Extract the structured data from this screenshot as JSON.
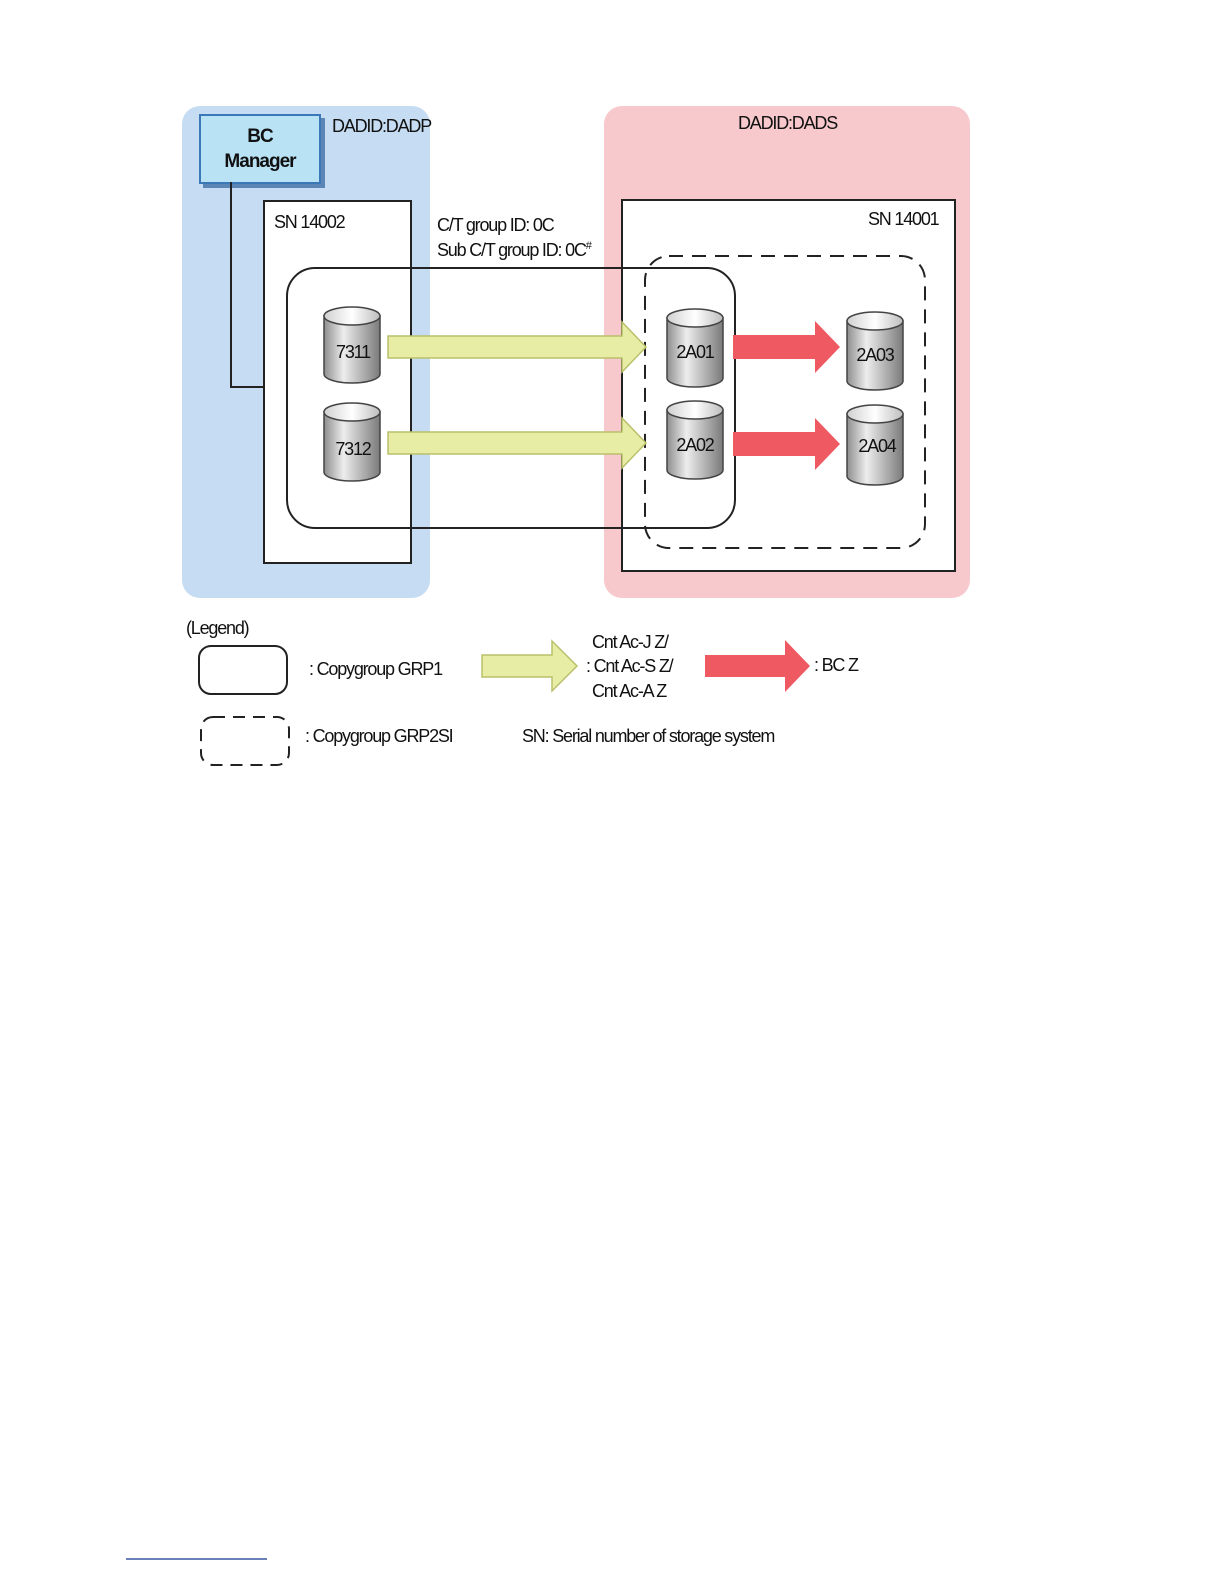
{
  "zones": {
    "primary": {
      "label": "DADID:DADP"
    },
    "secondary": {
      "label": "DADID:DADS"
    }
  },
  "bc_manager": {
    "line1": "BC",
    "line2": "Manager"
  },
  "storage": {
    "primary": {
      "label": "SN 14002"
    },
    "secondary": {
      "label": "SN 14001"
    }
  },
  "group_ids": {
    "ct_group": "C/T group ID: 0C",
    "sub_ct_group": "Sub C/T group ID: 0C",
    "sub_ct_mark": "#"
  },
  "volumes": {
    "v7311": "7311",
    "v7312": "7312",
    "v2A01": "2A01",
    "v2A02": "2A02",
    "v2A03": "2A03",
    "v2A04": "2A04"
  },
  "legend": {
    "title": "(Legend)",
    "grp1": ": Copygroup GRP1",
    "grp2si": ": Copygroup GRP2SI",
    "cnt_line1": "Cnt Ac-J Z/",
    "cnt_line2": ": Cnt Ac-S Z/",
    "cnt_line3": "Cnt Ac-A Z",
    "bcz": ": BC Z",
    "sn_note": "SN: Serial number of storage system"
  },
  "colors": {
    "primary_zone": "#c5dcf2",
    "secondary_zone": "#f8c9cc",
    "remote_copy_arrow": "#e8eda6",
    "local_copy_arrow": "#ef5a62",
    "bc_manager_fill": "#b9e3f5"
  }
}
